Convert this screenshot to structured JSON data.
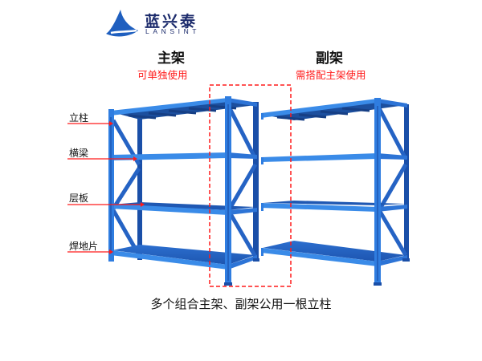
{
  "brand": {
    "name_cn": "蓝兴泰",
    "name_en": "LANSINT",
    "logo_icon": "blue-swoosh-logo-icon",
    "color": "#1b2a6b"
  },
  "sections": {
    "main_rack": {
      "title": "主架",
      "note": "可单独使用"
    },
    "aux_rack": {
      "title": "副架",
      "note": "需搭配主架使用"
    }
  },
  "parts": [
    {
      "label": "立柱",
      "target": "upright"
    },
    {
      "label": "横梁",
      "target": "beam"
    },
    {
      "label": "层板",
      "target": "shelf-panel"
    },
    {
      "label": "焊地片",
      "target": "foot-plate"
    }
  ],
  "caption": "多个组合主架、副架公用一根立柱",
  "colors": {
    "rack_blue": "#2f7de0",
    "rack_dark": "#1a4fa8",
    "annotation_red": "#ff1a1a",
    "text": "#111111"
  },
  "shelf_levels": 4
}
